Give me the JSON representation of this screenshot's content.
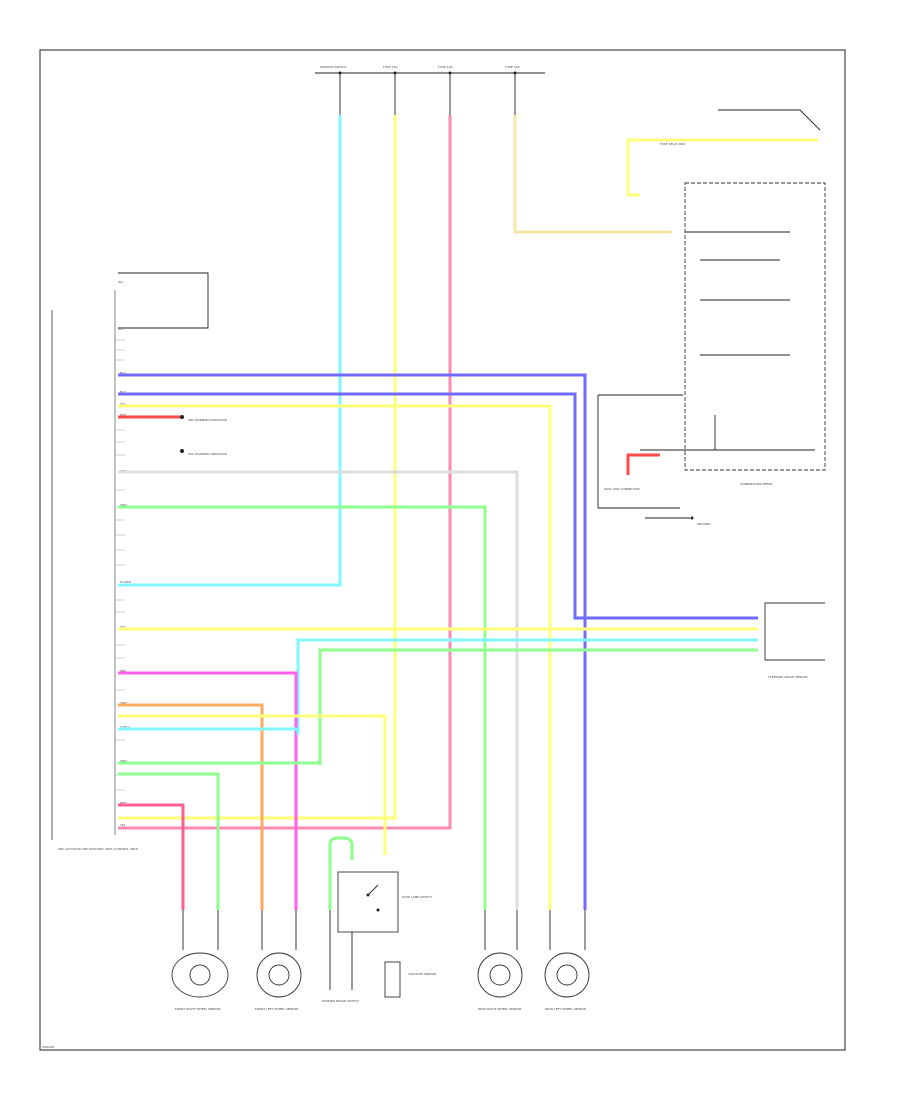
{
  "diagram": {
    "page_code": "WK0001",
    "fuses": [
      {
        "id": "fuse1",
        "caption": "IGNITION SWITCH"
      },
      {
        "id": "fuse2",
        "caption": "FUSE 15A"
      },
      {
        "id": "fuse3",
        "caption": "FUSE 10A"
      },
      {
        "id": "fuse4",
        "caption": "FUSE 10A"
      }
    ],
    "ecu_label": "ABS ACTUATOR AND ELECTRIC UNIT (CONTROL UNIT)",
    "combination_meter_label": "COMBINATION METER",
    "steering_sensor_label": "STEERING ANGLE SENSOR",
    "stop_lamp_switch_label": "STOP LAMP SWITCH",
    "parking_brake_label": "PARKING BRAKE SWITCH",
    "data_link_label": "DATA LINK CONNECTOR",
    "ground_label": "GROUND",
    "yaw_sensor_label": "YAW RATE SENSOR",
    "fuse_relay_label": "FUSE RELAY BOX",
    "wheel_sensors": [
      {
        "id": "ws-fr",
        "label": "FRONT RIGHT WHEEL SENSOR"
      },
      {
        "id": "ws-fl",
        "label": "FRONT LEFT WHEEL SENSOR"
      },
      {
        "id": "ws-rr",
        "label": "REAR RIGHT WHEEL SENSOR"
      },
      {
        "id": "ws-rl",
        "label": "REAR LEFT WHEEL SENSOR"
      }
    ],
    "pin_labels": {
      "p1": "BLU",
      "p2": "BLU",
      "p3": "YEL",
      "p4": "RED",
      "p5": "GRY",
      "p6": "GRN",
      "p7": "LT GRN",
      "p8": "YEL",
      "p9": "PNK",
      "p10": "ORN",
      "p11": "LT BLU",
      "p12": "GRN",
      "p13": "RED",
      "p14": "YEL"
    },
    "indicator_labels": {
      "abs": "ABS WARNING INDICATOR",
      "vsa": "VSA WARNING INDICATOR"
    },
    "colors": {
      "cyan": "#7ff7ff",
      "yellow": "#ffff7a",
      "pink": "#ff8ab0",
      "blue": "#6f6bff",
      "green": "#8cff8c",
      "magenta": "#ff5ff0",
      "orange": "#ffa860",
      "tan": "#f5e7a8",
      "red": "#ff4a4a",
      "black": "#222222"
    }
  }
}
